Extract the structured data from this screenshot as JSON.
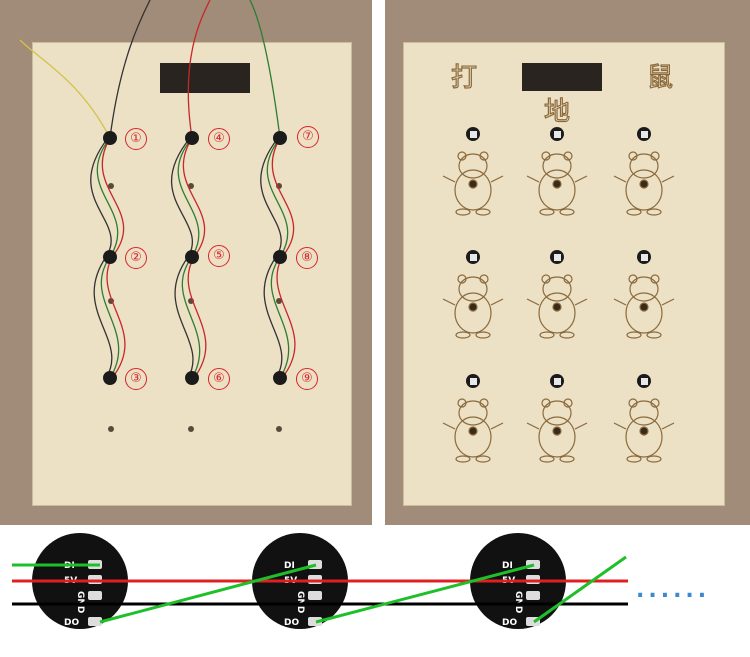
{
  "left_photo": {
    "led_numbers": [
      "①",
      "②",
      "③",
      "④",
      "⑤",
      "⑥",
      "⑦",
      "⑧",
      "⑨"
    ]
  },
  "right_photo": {
    "title_chars": [
      "打",
      "地",
      "鼠"
    ]
  },
  "diagram": {
    "pin_labels": [
      "DI",
      "5V",
      "GND",
      "DO"
    ],
    "continuation": "......",
    "colors": {
      "data": "#1fbf2a",
      "power": "#e02020",
      "ground": "#000000",
      "chip": "#111111",
      "dots": "#3a8ad0"
    }
  }
}
